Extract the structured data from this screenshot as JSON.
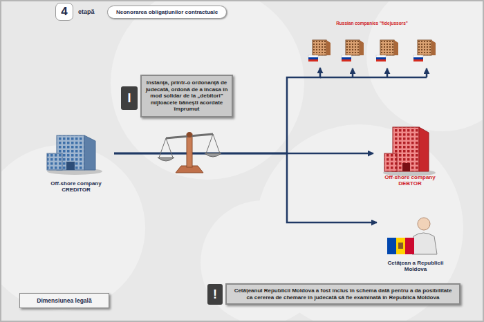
{
  "diagram": {
    "title": "Neonorarea obligațiunilor contractuale",
    "nodes": [
      {
        "text": [
          "Instanța, printr-o ordonanță de judecată, ordonă de a încasa în mod solidar de la „debitori” mijloacele bănești acordate împrumut"
        ]
      },
      {
        "text": [
          "Off-shore company CREDITOR"
        ]
      },
      {
        "text": [
          "Russian companies \"fidejussors\""
        ]
      },
      {
        "text": [
          "Off-shore company DEBTOR"
        ]
      },
      {
        "text": [
          "Cetățean a Republicii Moldova"
        ]
      },
      {
        "text": [
          "Dimensiunea legală"
        ]
      },
      {
        "text": [
          "Cetățeanul Republicii Moldova a fost inclus în schema dată pentru a da posibilitate ca cererea de chemare în judecată să fie examinată în Republica Moldova"
        ]
      }
    ],
    "edges": [
      {
        "from": 1,
        "to": 2,
        "arrow": "to"
      },
      {
        "from": 1,
        "to": 3,
        "arrow": "to"
      },
      {
        "from": 1,
        "to": 4,
        "arrow": "to"
      }
    ],
    "labels": [
      "4",
      "etapă",
      "I",
      "!"
    ]
  }
}
